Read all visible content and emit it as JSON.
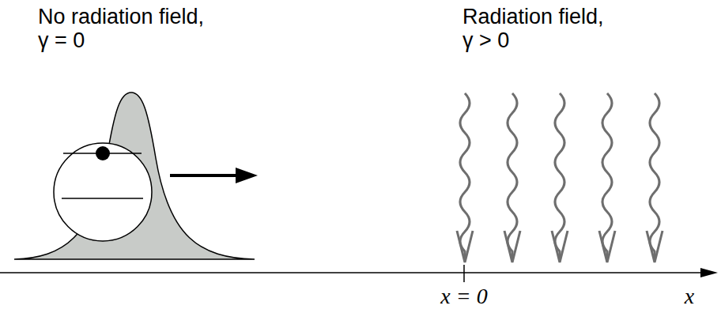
{
  "diagram": {
    "labels": [
      "No radiation field, γ = 0",
      "Radiation field, γ > 0",
      "x = 0",
      "x"
    ]
  }
}
